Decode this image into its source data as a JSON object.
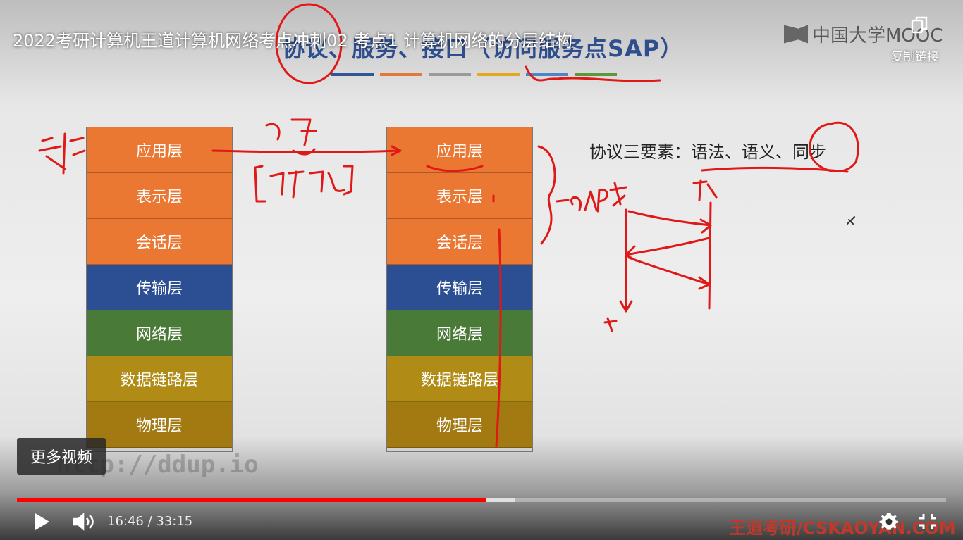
{
  "video": {
    "title": "2022考研计算机王道计算机网络考点冲刺02 考点1 计算机网络的分层结构",
    "copy_link_label": "复制链接",
    "more_videos_label": "更多视频",
    "current_time": "16:46",
    "duration": "33:15",
    "time_display": "16:46 / 33:15",
    "played_fraction": 0.505,
    "buffered_fraction": 0.536,
    "logo_text": "中国大学MOOC",
    "watermark": "http://ddup.io",
    "brand": "王道考研/CSKAOYAN.COM"
  },
  "slide": {
    "title": "协议、服务、接口（访问服务点SAP）",
    "protocol_elements": "协议三要素：语法、语义、同步",
    "layers": [
      {
        "label": "应用层",
        "color": "#ea7833"
      },
      {
        "label": "表示层",
        "color": "#ea7833"
      },
      {
        "label": "会话层",
        "color": "#ea7833"
      },
      {
        "label": "传输层",
        "color": "#2c4e93"
      },
      {
        "label": "网络层",
        "color": "#4a7a38"
      },
      {
        "label": "数据链路层",
        "color": "#b08c16"
      },
      {
        "label": "物理层",
        "color": "#a37a12"
      }
    ],
    "title_bar_colors": [
      "#2f5597",
      "#e07a3a",
      "#9a9a9a",
      "#e6a820",
      "#4a86c8",
      "#5a9a3a"
    ]
  },
  "colors": {
    "progress_played": "#ff0000",
    "annotation_ink": "#e01818"
  },
  "icons": [
    "play-icon",
    "volume-icon",
    "settings-icon",
    "fullscreen-icon",
    "copy-link-icon"
  ]
}
